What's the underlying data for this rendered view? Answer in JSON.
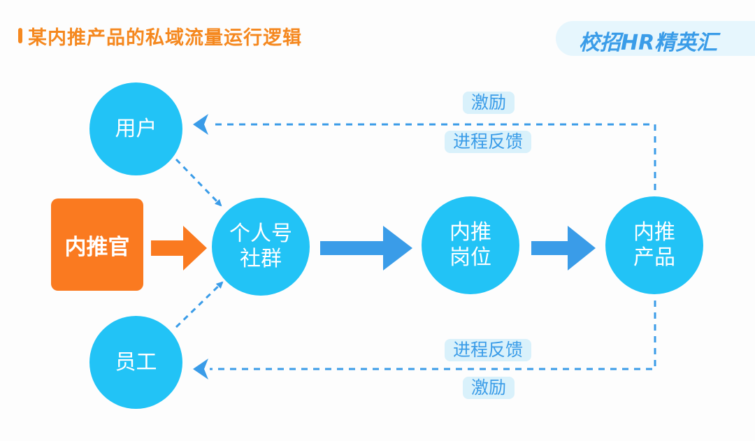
{
  "title": "某内推产品的私域流量运行逻辑",
  "brand": "校招HR精英汇",
  "colors": {
    "title_orange": "#f5881f",
    "node_blue": "#22c3f6",
    "arrow_blue": "#3a9ce8",
    "referrer_orange": "#fa7a20",
    "tag_bg": "#d9f1fb"
  },
  "nodes": {
    "user": [
      "用户"
    ],
    "employee": [
      "员工"
    ],
    "referrer": "内推官",
    "group": [
      "个人号",
      "社群"
    ],
    "post": [
      "内推",
      "岗位"
    ],
    "product": [
      "内推",
      "产品"
    ]
  },
  "top_loop": {
    "label_above": "激励",
    "label_below": "进程反馈"
  },
  "bottom_loop": {
    "label_above": "进程反馈",
    "label_below": "激励"
  },
  "flow": [
    {
      "from": "内推官",
      "to": "个人号社群",
      "style": "solid-orange"
    },
    {
      "from": "用户",
      "to": "个人号社群",
      "style": "dashed-blue"
    },
    {
      "from": "员工",
      "to": "个人号社群",
      "style": "dashed-blue"
    },
    {
      "from": "个人号社群",
      "to": "内推岗位",
      "style": "solid-blue"
    },
    {
      "from": "内推岗位",
      "to": "内推产品",
      "style": "solid-blue"
    },
    {
      "from": "内推产品",
      "to": "用户",
      "style": "dashed-blue",
      "labels": [
        "激励",
        "进程反馈"
      ]
    },
    {
      "from": "内推产品",
      "to": "员工",
      "style": "dashed-blue",
      "labels": [
        "进程反馈",
        "激励"
      ]
    }
  ]
}
